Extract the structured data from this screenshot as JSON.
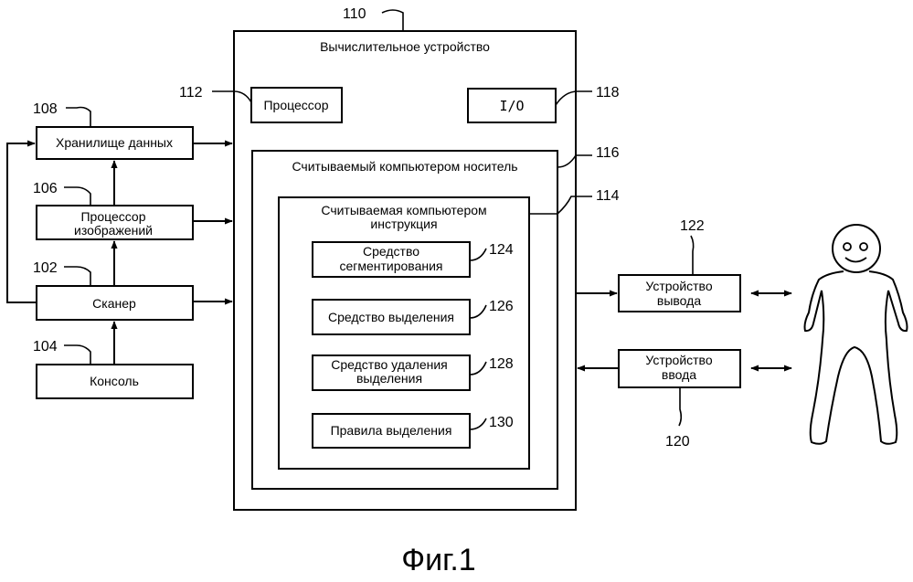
{
  "figure": {
    "caption": "Фиг.1"
  },
  "computing_device": {
    "ref": "110",
    "title": "Вычислительное устройство"
  },
  "processor": {
    "ref": "112",
    "label": "Процессор"
  },
  "io": {
    "ref": "118",
    "label": "I/O"
  },
  "medium": {
    "ref": "116",
    "label": "Считываемый компьютером носитель"
  },
  "instructions": {
    "ref": "114",
    "label_line1": "Считываемая компьютером",
    "label_line2": "инструкция"
  },
  "segmentation": {
    "ref": "124",
    "line1": "Средство",
    "line2": "сегментирования"
  },
  "highlight": {
    "ref": "126",
    "label": "Средство выделения"
  },
  "highlight_removal": {
    "ref": "128",
    "line1": "Средство удаления",
    "line2": "выделения"
  },
  "highlight_rules": {
    "ref": "130",
    "label": "Правила выделения"
  },
  "data_storage": {
    "ref": "108",
    "label": "Хранилище данных"
  },
  "image_processor": {
    "ref": "106",
    "line1": "Процессор",
    "line2": "изображений"
  },
  "scanner": {
    "ref": "102",
    "label": "Сканер"
  },
  "console": {
    "ref": "104",
    "label": "Консоль"
  },
  "output_device": {
    "ref": "122",
    "line1": "Устройство",
    "line2": "вывода"
  },
  "input_device": {
    "ref": "120",
    "line1": "Устройство",
    "line2": "ввода"
  }
}
